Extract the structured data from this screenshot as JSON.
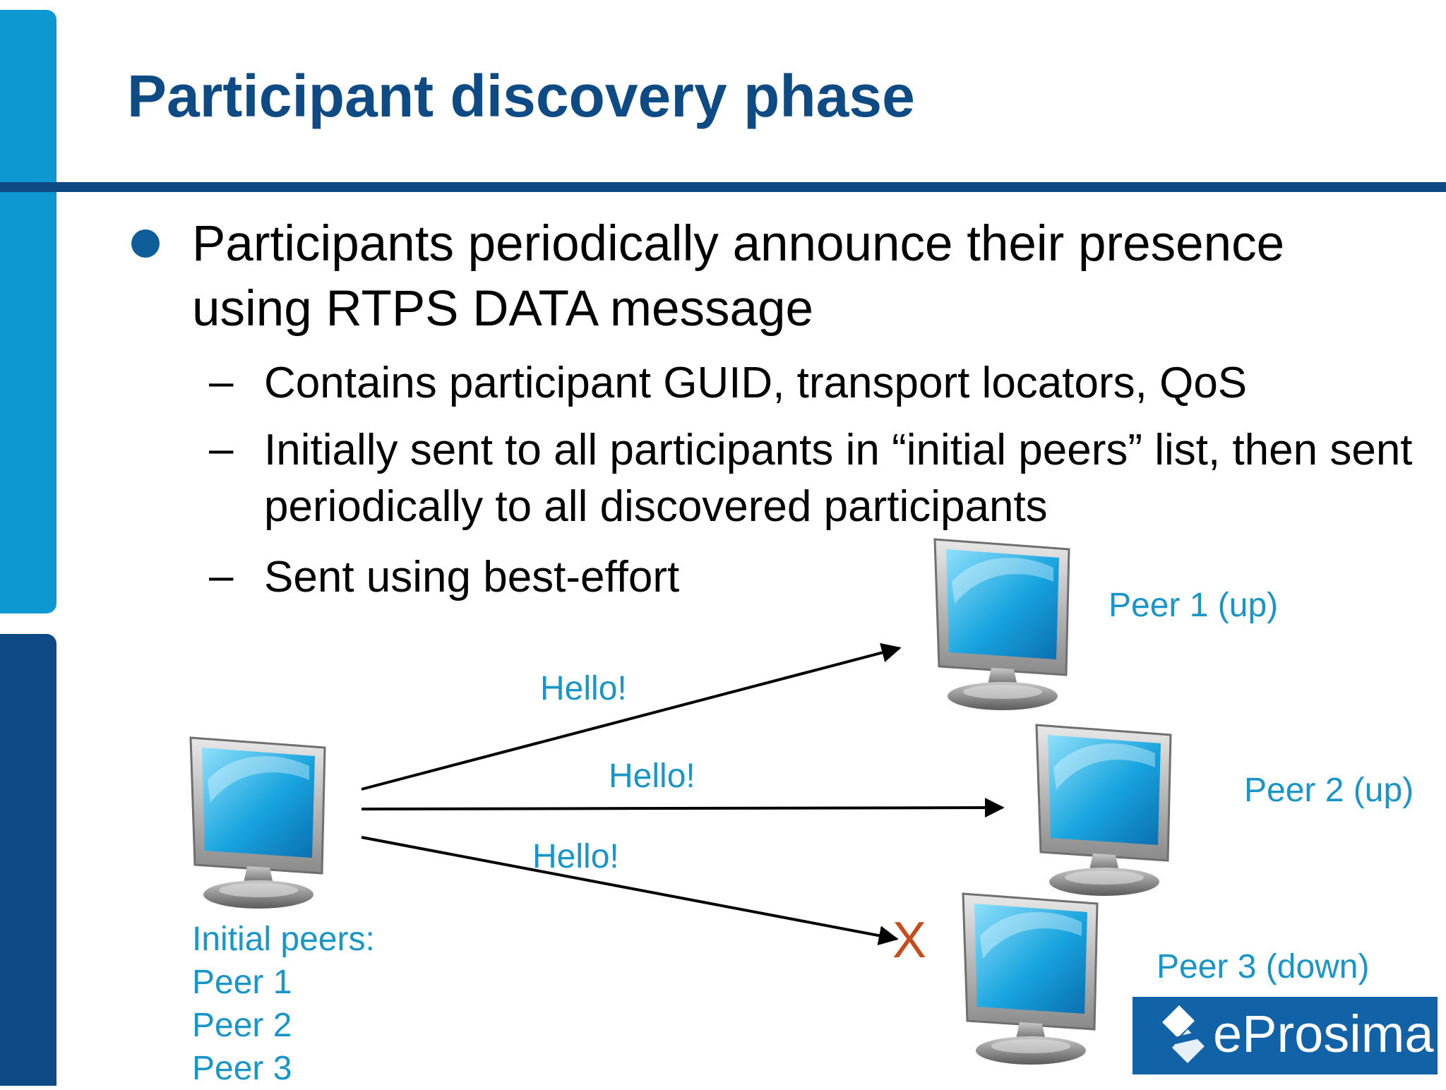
{
  "slide": {
    "title": "Participant discovery phase",
    "bullet": "Participants periodically announce their presence using RTPS DATA message",
    "subbullets": [
      "Contains participant GUID, transport locators, QoS",
      "Initially sent to all participants in “initial peers” list, then sent periodically to all discovered participants",
      "Sent using best-effort"
    ],
    "dash": "–"
  },
  "diagram": {
    "peers": [
      {
        "label": "Peer 1 (up)",
        "status": "up"
      },
      {
        "label": "Peer 2 (up)",
        "status": "up"
      },
      {
        "label": "Peer 3 (down)",
        "status": "down"
      }
    ],
    "messages": [
      "Hello!",
      "Hello!",
      "Hello!"
    ],
    "initial_peers_title": "Initial peers:",
    "initial_peers": [
      "Peer 1",
      "Peer 2",
      "Peer 3"
    ],
    "failure_mark": "X",
    "colors": {
      "label": "#1a95c8",
      "failure": "#c84b1c",
      "title": "#0e4b84"
    }
  },
  "logo": {
    "text": "eProsima"
  }
}
